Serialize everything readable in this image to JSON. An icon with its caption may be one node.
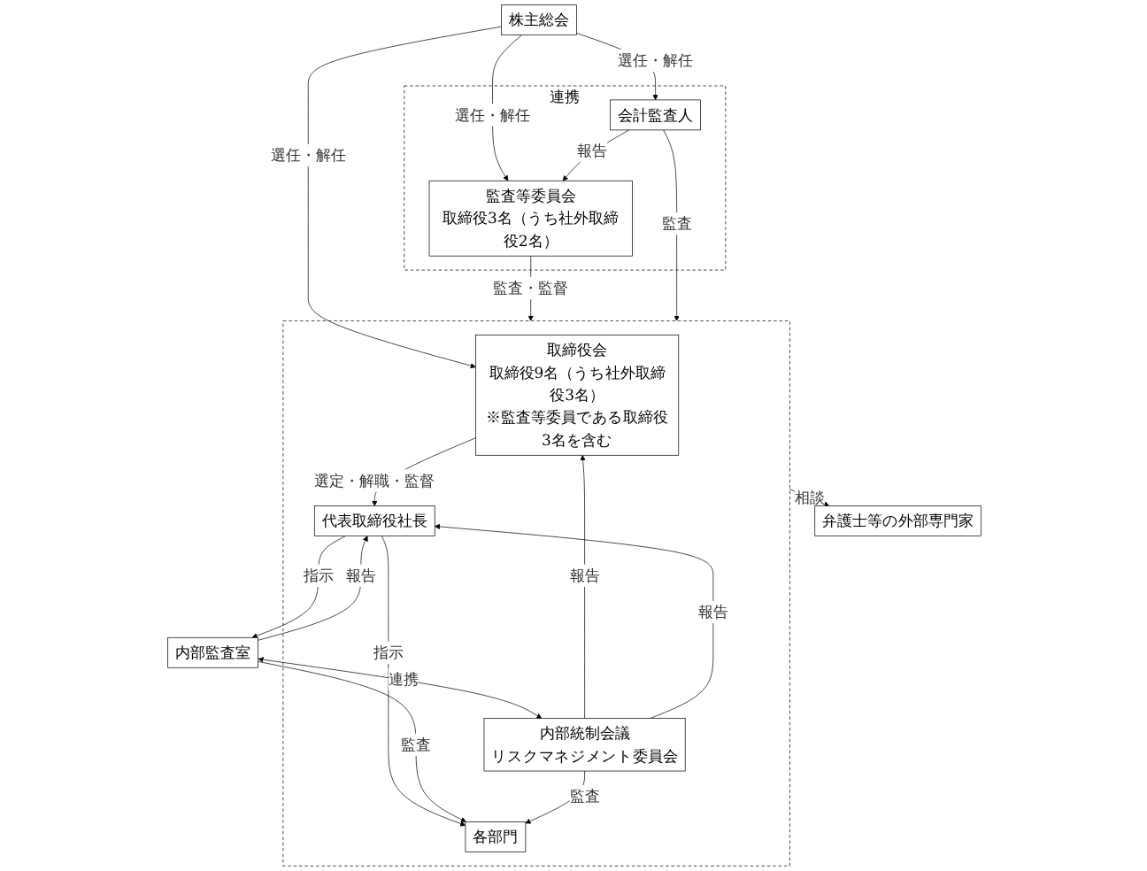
{
  "diagram": {
    "nodes": [
      {
        "text": [
          "株主総会"
        ]
      },
      {
        "text": [],
        "shape": "box",
        "beside": [
          "連携"
        ]
      },
      {
        "text": [
          "会計監査人"
        ],
        "in": 1
      },
      {
        "text": [
          "監査等委員会",
          "取締役3名（うち社外取締役2名）"
        ],
        "in": 1
      },
      {
        "text": [],
        "shape": "box"
      },
      {
        "text": [
          "取締役会",
          "取締役9名（うち社外取締役3名）",
          "※監査等委員である取締役3名を含む"
        ],
        "in": 4
      },
      {
        "text": [
          "内部監査室"
        ]
      },
      {
        "text": [
          "代表取締役社長"
        ],
        "in": 4
      },
      {
        "text": [
          "内部統制会議",
          "リスクマネジメント委員会"
        ],
        "in": 4
      },
      {
        "text": [
          "各部門"
        ],
        "in": 4
      },
      {
        "text": [
          "弁護士等の外部専門家"
        ]
      }
    ],
    "edges": [
      {
        "from": 0,
        "to": 2,
        "arrow": "to",
        "label": "選任・解任"
      },
      {
        "from": 0,
        "to": 3,
        "arrow": "to",
        "label": "選任・解任"
      },
      {
        "from": 0,
        "to": 5,
        "arrow": "to",
        "label": "選任・解任"
      },
      {
        "from": 2,
        "to": 3,
        "arrow": "to",
        "label": "報告"
      },
      {
        "from": 3,
        "to": 4,
        "arrow": "to",
        "label": "監査・監督"
      },
      {
        "from": 2,
        "to": 4,
        "arrow": "to",
        "label": "監査"
      },
      {
        "from": 7,
        "to": 6,
        "arrow": "to",
        "label": "指示"
      },
      {
        "from": 6,
        "to": 7,
        "arrow": "to",
        "label": "報告"
      },
      {
        "from": 5,
        "to": 7,
        "arrow": "to",
        "label": "選定・解職・監督"
      },
      {
        "from": 8,
        "to": 5,
        "arrow": "to",
        "label": "報告"
      },
      {
        "from": 8,
        "to": 7,
        "arrow": "to",
        "label": "報告"
      },
      {
        "from": 7,
        "to": 9,
        "arrow": "to",
        "label": "指示"
      },
      {
        "from": 6,
        "to": 9,
        "arrow": "to",
        "label": "監査"
      },
      {
        "from": 8,
        "to": 9,
        "arrow": "to",
        "label": "監査"
      },
      {
        "from": 6,
        "to": 8,
        "arrow": "both",
        "label": "連携"
      },
      {
        "from": 4,
        "to": 10,
        "arrow": "to",
        "label": "相談"
      }
    ]
  }
}
